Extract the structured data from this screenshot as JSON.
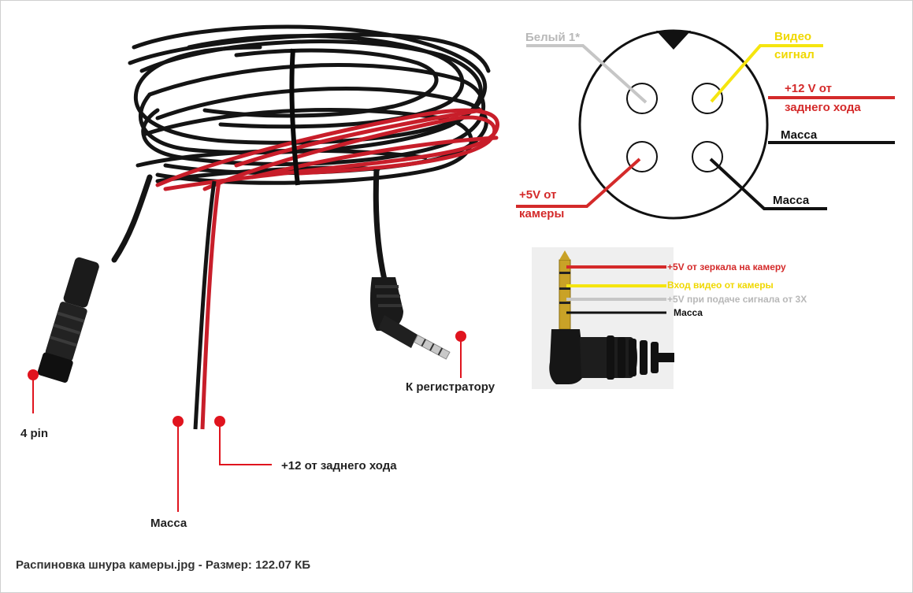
{
  "cable_photo": {
    "callouts": {
      "four_pin": "4 pin",
      "ground": "Масса",
      "reverse_12v": "+12 от заднего хода",
      "to_recorder": "К регистратору"
    }
  },
  "connector_pinout": {
    "white": "Белый 1*",
    "video_line1": "Видео",
    "video_line2": "сигнал",
    "reverse_line1": "+12 V от",
    "reverse_line2": "заднего хода",
    "ground_top": "Масса",
    "camera_line1": "+5V от",
    "camera_line2": "камеры",
    "ground_bottom": "Масса"
  },
  "jack_pinout": {
    "tip": "+5V от зеркала на камеру",
    "ring1": "Вход видео от камеры",
    "ring2": "+5V при подаче сигнала от 3Х",
    "sleeve": "Масса"
  },
  "colors": {
    "red": "#d42a2a",
    "yellow": "#f5e50f",
    "grey": "#c6c6c6",
    "black": "#111111",
    "callout_red": "#e0141e"
  },
  "caption": {
    "filename": "Распиновка шнура камеры.jpg",
    "separator": " - ",
    "size_label": "Размер:",
    "size_value": "122.07 КБ"
  }
}
